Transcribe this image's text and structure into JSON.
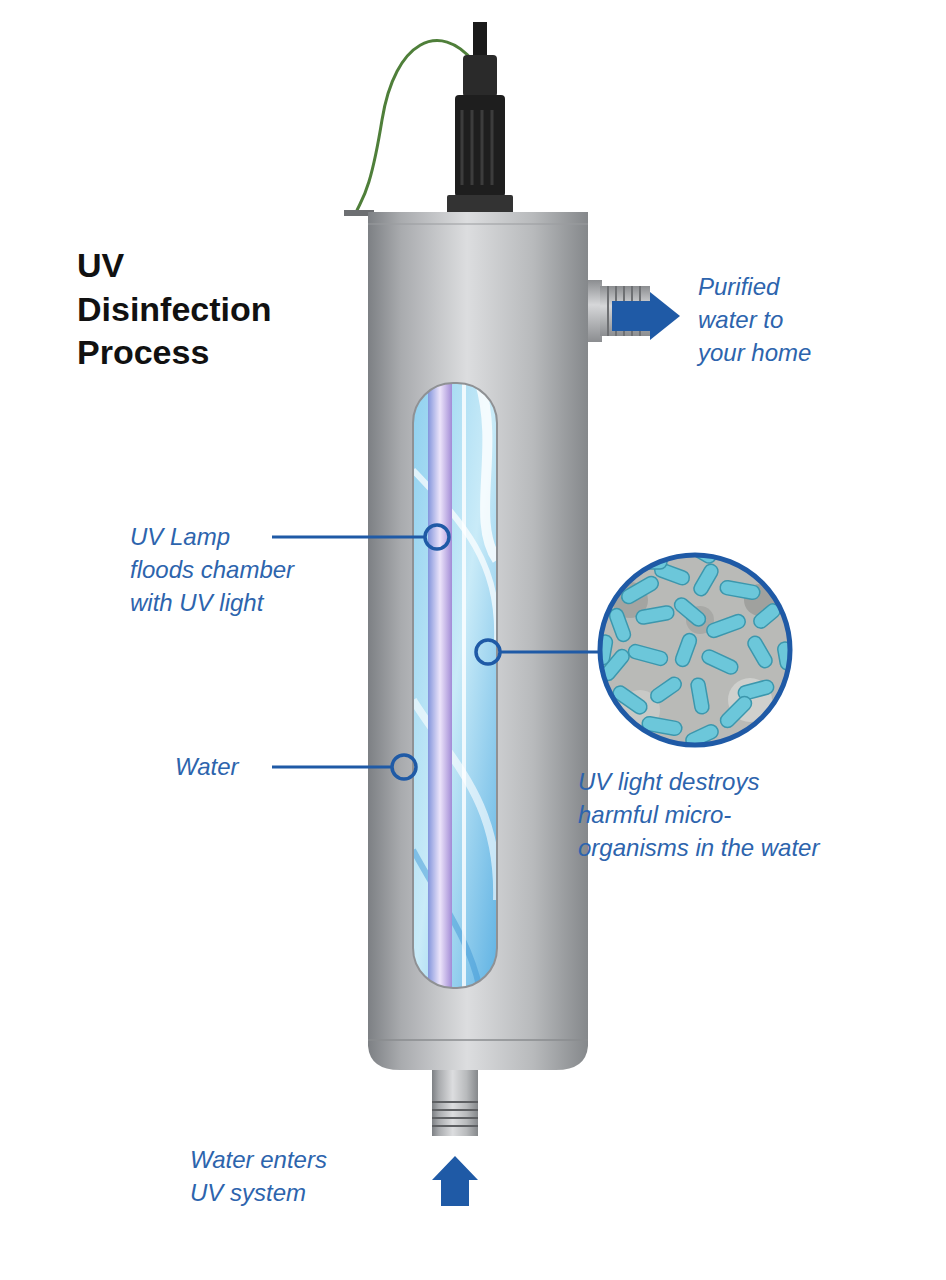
{
  "diagram": {
    "title": "UV Disinfection Process",
    "labels": [
      "Purified water to your home",
      "UV Lamp floods chamber with UV light",
      "Water",
      "UV light destroys harmful micro- organisms in the water",
      "Water enters UV system"
    ]
  }
}
